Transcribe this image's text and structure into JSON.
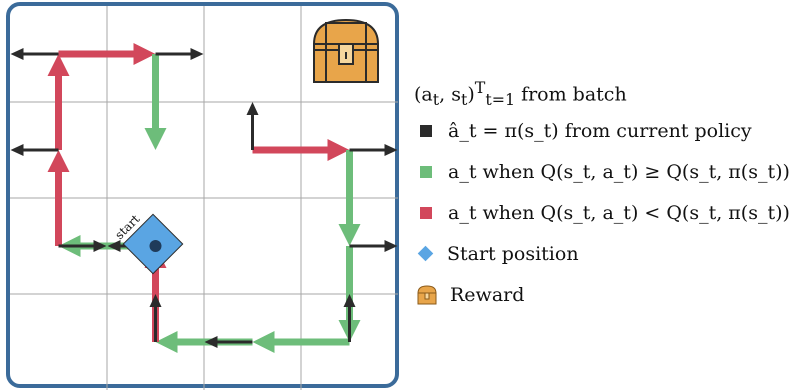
{
  "grid": {
    "rows": 4,
    "cols": 4,
    "start_label": "start"
  },
  "colors": {
    "policy": "#2b2b2b",
    "green": "#6dbd7a",
    "red": "#d2475b",
    "start": "#5aa5e3",
    "reward": "#e8a54a",
    "border": "#3b6b9a",
    "gridline": "#a7a7a7"
  },
  "legend": {
    "title": "(a_t, s_t)_{t=1}^T from batch",
    "title_parts": {
      "base": "(a",
      "sub1": "t",
      "mid": ", s",
      "sub2": "t",
      "close": ")",
      "sup": "T",
      "sub3": "t=1",
      "tail": " from batch"
    },
    "items": [
      {
        "key": "policy",
        "text": "â_t = π(s_t) from current policy",
        "icon": "square"
      },
      {
        "key": "green",
        "text": "a_t when Q(s_t, a_t) ≥ Q(s_t, π(s_t))",
        "icon": "square"
      },
      {
        "key": "red",
        "text": "a_t when Q(s_t, a_t) < Q(s_t, π(s_t))",
        "icon": "square"
      },
      {
        "key": "start",
        "text": "Start position",
        "icon": "diamond"
      },
      {
        "key": "reward",
        "text": "Reward",
        "icon": "treasure-chest-icon"
      }
    ]
  },
  "path_steps": [
    {
      "from": [
        1,
        2
      ],
      "to": [
        1,
        3
      ],
      "batch": "red",
      "policy": "up"
    },
    {
      "from": [
        1,
        3
      ],
      "to": [
        2,
        3
      ],
      "batch": "green",
      "policy": "right"
    },
    {
      "from": [
        2,
        3
      ],
      "to": [
        3,
        3
      ],
      "batch": "green",
      "policy": "right"
    },
    {
      "from": [
        3,
        3
      ],
      "to": [
        3,
        2
      ],
      "batch": "green",
      "policy": "up"
    },
    {
      "from": [
        3,
        2
      ],
      "to": [
        3,
        1
      ],
      "batch": "green",
      "policy": "left"
    },
    {
      "from": [
        3,
        1
      ],
      "to": [
        2,
        1
      ],
      "batch": "red",
      "policy": "up"
    },
    {
      "from": [
        2,
        1
      ],
      "to": [
        2,
        0
      ],
      "batch": "green",
      "policy": "left"
    },
    {
      "from": [
        2,
        0
      ],
      "to": [
        1,
        0
      ],
      "batch": "red",
      "policy": "right"
    },
    {
      "from": [
        1,
        0
      ],
      "to": [
        0,
        0
      ],
      "batch": "red",
      "policy": "left"
    },
    {
      "from": [
        0,
        0
      ],
      "to": [
        0,
        1
      ],
      "batch": "red",
      "policy": "left"
    },
    {
      "from": [
        0,
        1
      ],
      "to": [
        1,
        1
      ],
      "batch": "green",
      "policy": "right"
    }
  ]
}
